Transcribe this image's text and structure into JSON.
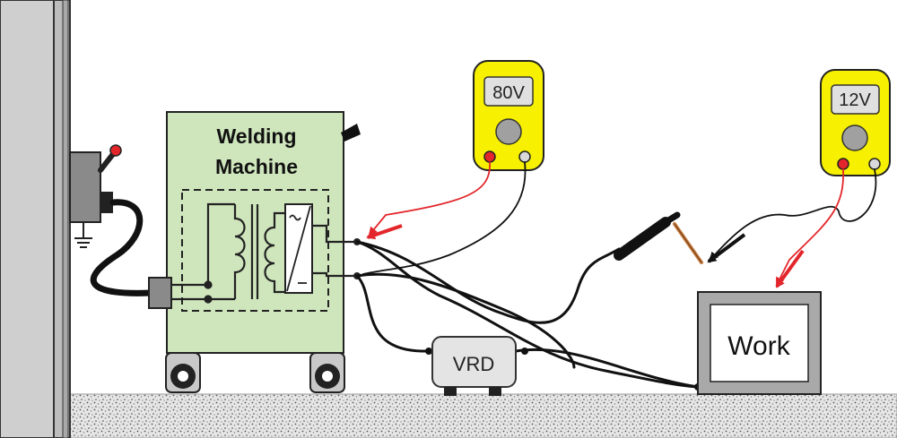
{
  "machine": {
    "title_line1": "Welding",
    "title_line2": "Machine",
    "color": "#cfe6bd"
  },
  "meter_left": {
    "reading": "80V"
  },
  "meter_right": {
    "reading": "12V"
  },
  "vrd": {
    "label": "VRD"
  },
  "work": {
    "label": "Work"
  },
  "colors": {
    "meter_body": "#f7f000",
    "probe_red": "#e3262b",
    "cable": "#111111",
    "ground": "#d8d8d8"
  },
  "icons": {
    "rectifier": "ac-dc-rectifier-icon",
    "transformer": "transformer-icon",
    "ground": "earth-ground-icon"
  }
}
